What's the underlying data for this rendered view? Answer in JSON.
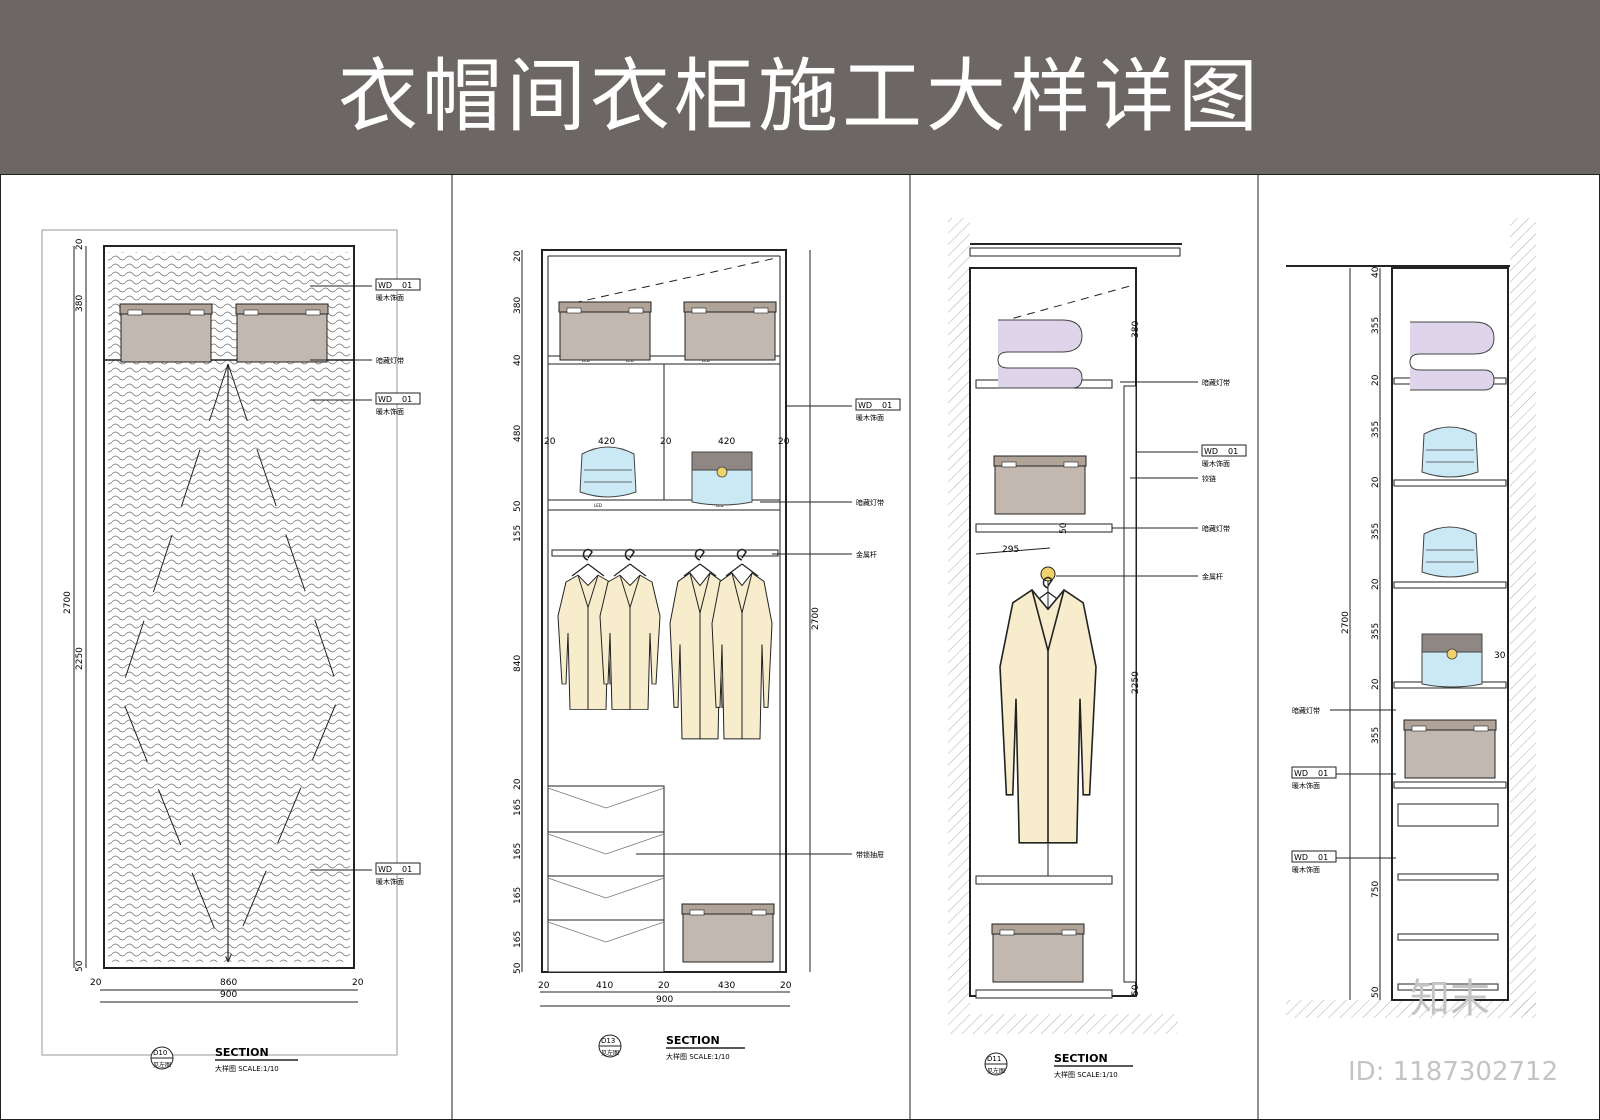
{
  "title": "衣帽间衣柜施工大样详图",
  "watermark": "知末",
  "image_id_text": "ID: 1187302712",
  "panels": [
    {
      "section_label": "SECTION",
      "scale_label": "大样图  SCALE:1/10",
      "ref_top": "D10",
      "ref_bottom": "见左图",
      "dims_left_outer": [
        "2700"
      ],
      "dims_left_inner": [
        "20",
        "380",
        "2250",
        "50"
      ],
      "dims_bottom_top": [
        "20",
        "860",
        "20"
      ],
      "dims_bottom": [
        "900"
      ],
      "tags": [
        {
          "code": "WD",
          "num": "01",
          "note": "暖木饰面"
        },
        {
          "code": "",
          "num": "",
          "note": "暗藏灯带"
        },
        {
          "code": "WD",
          "num": "01",
          "note": "暖木饰面"
        },
        {
          "code": "WD",
          "num": "01",
          "note": "暖木饰面"
        }
      ]
    },
    {
      "section_label": "SECTION",
      "scale_label": "大样图  SCALE:1/10",
      "ref_top": "D13",
      "ref_bottom": "见左图",
      "dims_left": [
        "20",
        "380",
        "40",
        "480",
        "50",
        "155",
        "840",
        "20",
        "165",
        "165",
        "165",
        "165",
        "50"
      ],
      "dim_right": "2700",
      "shelf_widths": [
        "420",
        "420"
      ],
      "shelf_offsets": [
        "20",
        "20",
        "20"
      ],
      "dims_bottom_top": [
        "20",
        "410",
        "20",
        "430",
        "20"
      ],
      "dims_bottom": [
        "900"
      ],
      "led_label": "LED",
      "tags": [
        {
          "code": "WD",
          "num": "01",
          "note": "暖木饰面"
        },
        {
          "code": "",
          "num": "",
          "note": "暗藏灯带"
        },
        {
          "code": "",
          "num": "",
          "note": "金属杆"
        },
        {
          "code": "",
          "num": "",
          "note": "带锁抽屉"
        }
      ]
    },
    {
      "section_label": "SECTION",
      "scale_label": "大样图  SCALE:1/10",
      "ref_top": "D11",
      "ref_bottom": "见左图",
      "dim_top": "380",
      "dim_width": "295",
      "dim_right": "2250",
      "dims_bottom": [
        "50"
      ],
      "dims_inner": [
        "50"
      ],
      "tags": [
        {
          "code": "",
          "num": "",
          "note": "暗藏灯带"
        },
        {
          "code": "WD",
          "num": "01",
          "note": "暖木饰面"
        },
        {
          "code": "",
          "num": "",
          "note": "铰链"
        },
        {
          "code": "",
          "num": "",
          "note": "暗藏灯带"
        },
        {
          "code": "",
          "num": "",
          "note": "金属杆"
        }
      ]
    },
    {
      "dims_left_outer": [
        "2700"
      ],
      "dims_left_inner": [
        "40",
        "355",
        "20",
        "355",
        "20",
        "355",
        "20",
        "355",
        "20",
        "355",
        "750",
        "50"
      ],
      "dim_small": "30",
      "tags": [
        {
          "code": "",
          "num": "",
          "note": "暗藏灯带"
        },
        {
          "code": "WD",
          "num": "01",
          "note": "暖木饰面"
        },
        {
          "code": "WD",
          "num": "01",
          "note": "暖木饰面"
        }
      ]
    }
  ],
  "colors": {
    "banner": "#6c6764",
    "box": "#c3b8af",
    "coat": "#f7edcd",
    "towel": "#ded5ea",
    "bag": "#cbe9f4",
    "line": "#222222"
  }
}
